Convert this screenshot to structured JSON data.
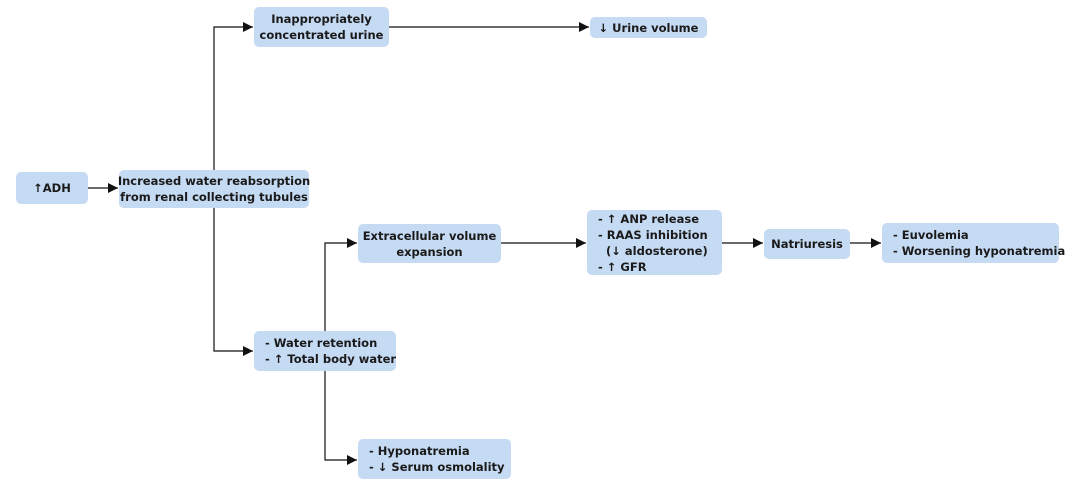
{
  "nodes": {
    "adh": {
      "lines": [
        "↑ADH"
      ]
    },
    "reabsorption": {
      "lines": [
        "Increased water reabsorption",
        "from renal collecting tubules"
      ]
    },
    "concentrated_urine": {
      "lines": [
        "Inappropriately",
        "concentrated urine"
      ]
    },
    "urine_volume": {
      "lines": [
        "↓ Urine volume"
      ]
    },
    "ecf_expansion": {
      "lines": [
        "Extracellular volume",
        "expansion"
      ]
    },
    "anp_raas": {
      "lines": [
        "- ↑ ANP release",
        "- RAAS inhibition",
        "  (↓ aldosterone)",
        "- ↑ GFR"
      ]
    },
    "natriuresis": {
      "lines": [
        "Natriuresis"
      ]
    },
    "euvolemia": {
      "lines": [
        "- Euvolemia",
        "- Worsening hyponatremia"
      ]
    },
    "water_retention": {
      "lines": [
        "- Water retention",
        "- ↑ Total body water"
      ]
    },
    "hyponatremia": {
      "lines": [
        "- Hyponatremia",
        "- ↓ Serum osmolality"
      ]
    }
  },
  "colors": {
    "node_fill": "#c5daf3",
    "arrow": "#111111",
    "text": "#1a1a1a"
  }
}
